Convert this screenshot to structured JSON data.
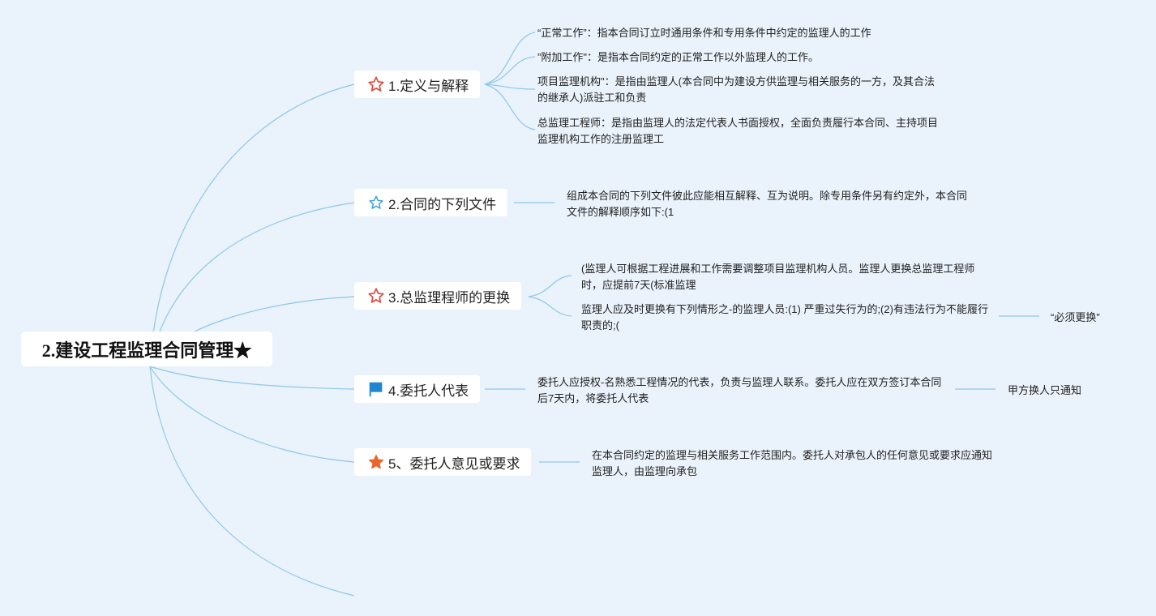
{
  "root": {
    "title": "2.建设工程监理合同管理★"
  },
  "colors": {
    "line": "#8ec8e8",
    "star_red": "#e0463a",
    "star_blue": "#3aa3d8",
    "flag_blue": "#1e86d0",
    "star_orange": "#e8672e",
    "background": "#eaf2fb"
  },
  "branches": [
    {
      "label": "1.定义与解释",
      "icon": "star-outline-red-icon",
      "children": [
        "“正常工作”：指本合同订立时通用条件和专用条件中约定的监理人的工作",
        "”附加工作\"：是指本合同约定的正常工作以外监理人的工作。",
        "项目监理机构\"：是指由监理人(本合同中为建设方供监理与相关服务的一方，及其合法的继承人)派驻工和负责",
        "总监理工程师：是指由监理人的法定代表人书面授权，全面负责履行本合同、主持项目监理机构工作的注册监理工"
      ]
    },
    {
      "label": "2.合同的下列文件",
      "icon": "star-outline-blue-icon",
      "children": [
        "组成本合同的下列文件彼此应能相互解释、互为说明。除专用条件另有约定外，本合同文件的解释顺序如下:(1"
      ]
    },
    {
      "label": "3.总监理程师的更换",
      "icon": "star-outline-red-icon",
      "children": [
        "(监理人可根据工程进展和工作需要调整项目监理机构人员。监理人更换总监理工程师时，应提前7天(标准监理",
        "监理人应及时更换有下列情形之-的监理人员:(1) 严重过失行为的;(2)有违法行为不能履行职责的;("
      ],
      "subnote": "“必须更换”"
    },
    {
      "label": "4.委托人代表",
      "icon": "flag-icon",
      "children": [
        "委托人应授权-名熟悉工程情况的代表，负责与监理人联系。委托人应在双方签订本合同后7天内，将委托人代表"
      ],
      "subnote": "甲方换人只通知"
    },
    {
      "label": "5、委托人意见或要求",
      "icon": "star-filled-orange-icon",
      "children": [
        "在本合同约定的监理与相关服务工作范围内。委托人对承包人的任何意见或要求应通知监理人，由监理向承包"
      ]
    }
  ]
}
